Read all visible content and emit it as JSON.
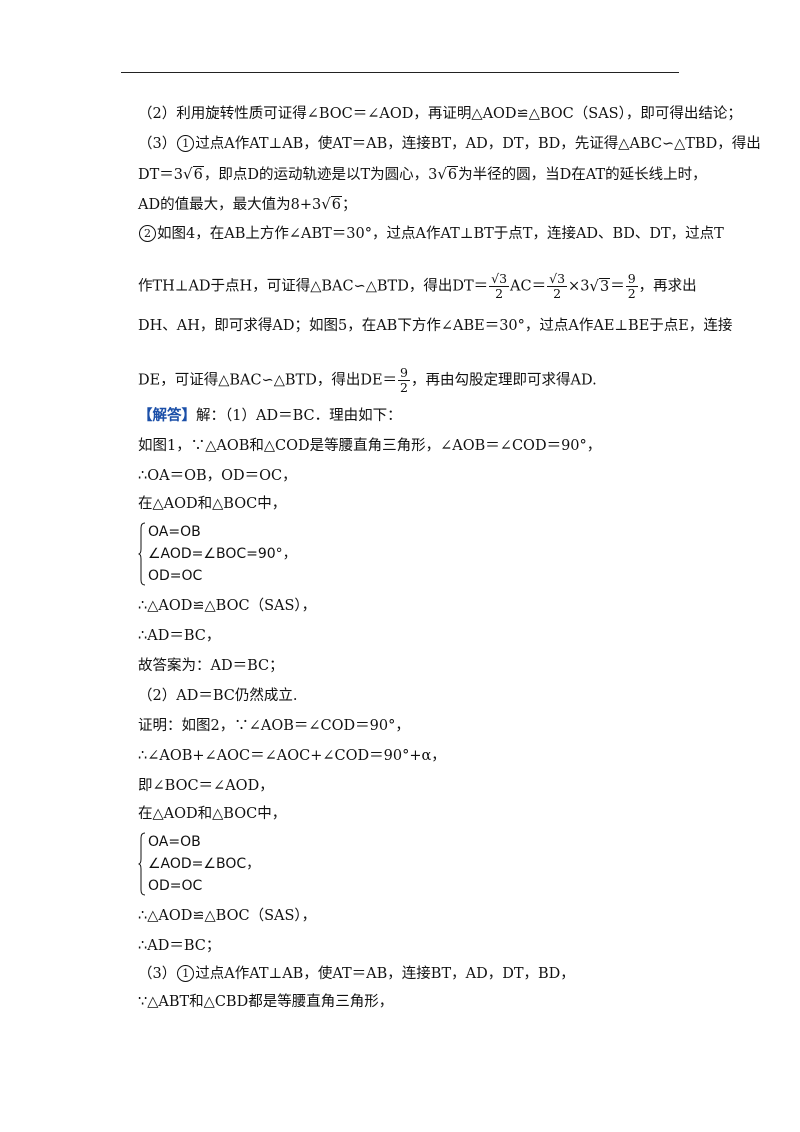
{
  "lines": {
    "l1": "（2）利用旋转性质可证得∠BOC＝∠AOD，再证明△AOD≌△BOC（SAS），即可得出结论；",
    "l2": "（3）①过点A作AT⊥AB，使AT＝AB，连接BT，AD，DT，BD，先证得△ABC∽△TBD，得出",
    "l3a": "DT＝3",
    "l3_rad": "6",
    "l3b": "，即点D的运动轨迹是以T为圆心，3",
    "l3_rad2": "6",
    "l3c": "为半径的圆，当D在AT的延长线上时，",
    "l4a": "AD的值最大，最大值为8+3",
    "l4_rad": "6",
    "l4b": "；",
    "l5": "②如图4，在AB上方作∠ABT＝30°，过点A作AT⊥BT于点T，连接AD、BD、DT，过点T",
    "l6a": "作TH⊥AD于点H，可证得△BAC∽△BTD，得出DT＝",
    "l6_f1_num": "√3",
    "l6_f1_den": "2",
    "l6b": "AC＝",
    "l6_f2_num": "√3",
    "l6_f2_den": "2",
    "l6c": "×3",
    "l6_rad": "3",
    "l6d": "＝",
    "l6_f3_num": "9",
    "l6_f3_den": "2",
    "l6e": "，再求出",
    "l7": "DH、AH，即可求得AD；如图5，在AB下方作∠ABE＝30°，过点A作AE⊥BE于点E，连接",
    "l8a": "DE，可证得△BAC∽△BTD，得出DE＝",
    "l8_f_num": "9",
    "l8_f_den": "2",
    "l8b": "，再由勾股定理即可求得AD.",
    "l9_tag": "【解答】",
    "l9": "解：（1）AD＝BC．理由如下：",
    "l10": "如图1，∵△AOB和△COD是等腰直角三角形，∠AOB＝∠COD＝90°，",
    "l11": "∴OA＝OB，OD＝OC，",
    "l12": "在△AOD和△BOC中，",
    "sys1": [
      "OA=OB",
      "∠AOD=∠BOC=90°，",
      "OD=OC"
    ],
    "l13": "∴△AOD≌△BOC（SAS），",
    "l14": "∴AD＝BC，",
    "l15": "故答案为：AD＝BC；",
    "l16": "（2）AD＝BC仍然成立.",
    "l17": "证明：如图2，∵∠AOB＝∠COD＝90°，",
    "l18": "∴∠AOB+∠AOC＝∠AOC+∠COD＝90°+α，",
    "l19": "即∠BOC＝∠AOD，",
    "l20": "在△AOD和△BOC中，",
    "sys2": [
      "OA=OB",
      "∠AOD=∠BOC，",
      "OD=OC"
    ],
    "l21": "∴△AOD≌△BOC（SAS），",
    "l22": "∴AD＝BC；",
    "l23": "（3）①过点A作AT⊥AB，使AT＝AB，连接BT，AD，DT，BD，",
    "l24": "∵△ABT和△CBD都是等腰直角三角形，"
  }
}
